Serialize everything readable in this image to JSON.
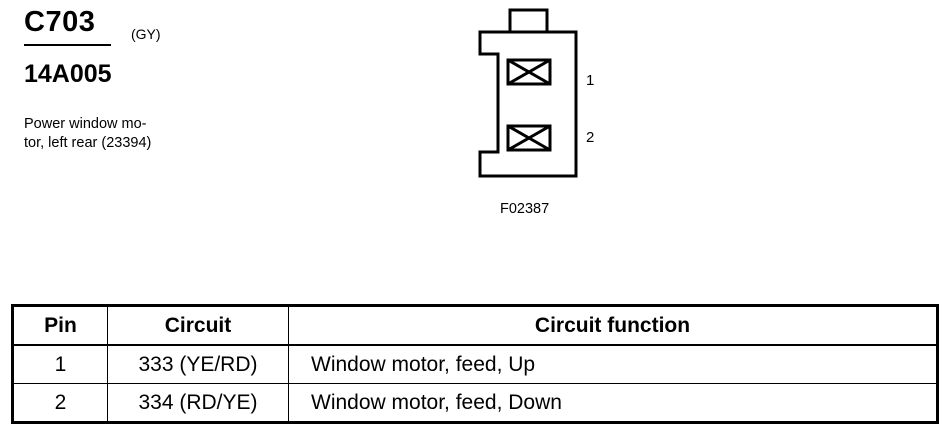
{
  "header": {
    "connector_id": "C703",
    "connector_color": "(GY)",
    "part_number": "14A005",
    "description_lines": [
      "Power window mo-",
      "tor, left rear (23394)"
    ]
  },
  "diagram": {
    "pin_labels": [
      "1",
      "2"
    ],
    "figure_id": "F02387"
  },
  "table": {
    "headers": [
      "Pin",
      "Circuit",
      "Circuit function"
    ],
    "rows": [
      {
        "pin": "1",
        "circuit": "333 (YE/RD)",
        "function": "Window motor, feed, Up"
      },
      {
        "pin": "2",
        "circuit": "334 (RD/YE)",
        "function": "Window motor, feed, Down"
      }
    ]
  }
}
